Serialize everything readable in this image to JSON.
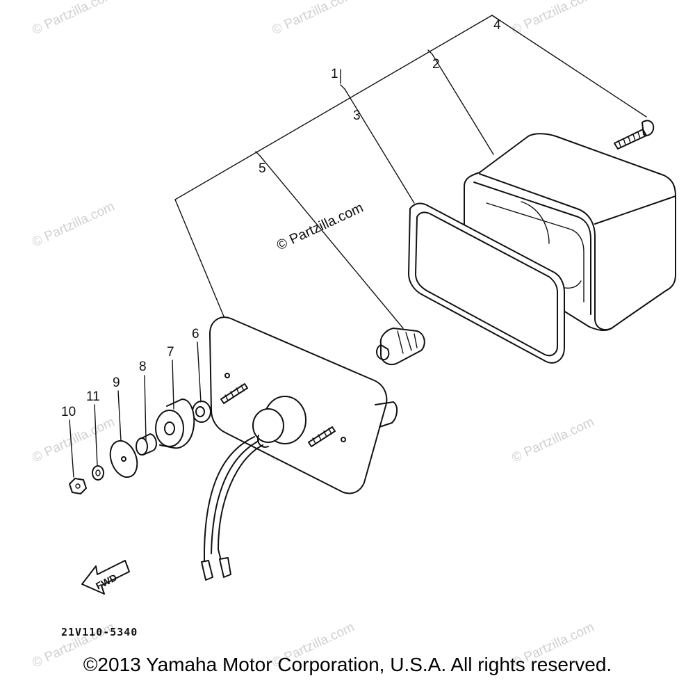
{
  "callouts": {
    "c1": "1",
    "c2": "2",
    "c3": "3",
    "c4": "4",
    "c5": "5",
    "c6": "6",
    "c7": "7",
    "c8": "8",
    "c9": "9",
    "c10": "10",
    "c11": "11"
  },
  "watermark": "© Partzilla.com",
  "direction_label": "FWD",
  "part_code": "21V110-5340",
  "copyright": "©2013 Yamaha Motor Corporation, U.S.A. All rights reserved.",
  "colors": {
    "line": "#111111",
    "watermark": "#d0d0d0",
    "background": "#ffffff"
  }
}
